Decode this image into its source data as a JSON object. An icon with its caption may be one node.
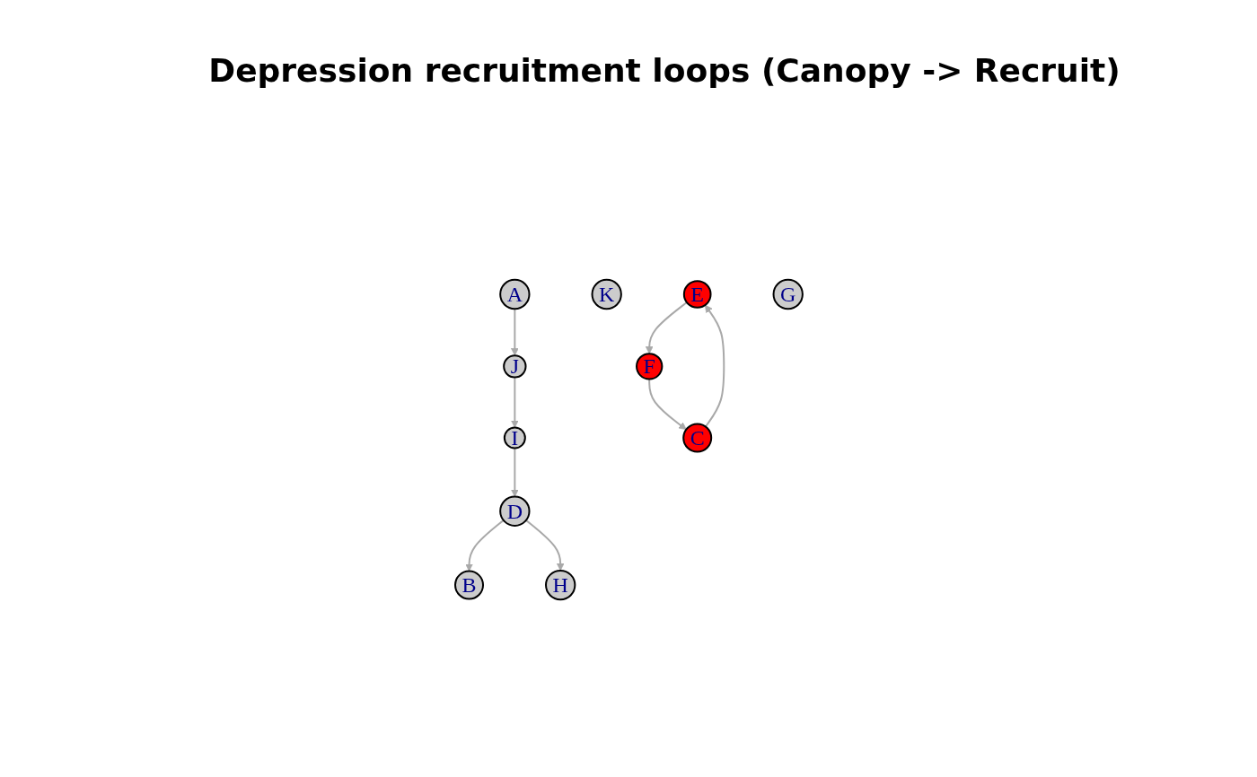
{
  "diagram": {
    "title": "Depression recruitment loops (Canopy -> Recruit)",
    "nodes": [
      {
        "text": [
          "A"
        ]
      },
      {
        "text": [
          "J"
        ]
      },
      {
        "text": [
          "K"
        ]
      },
      {
        "text": [
          "I"
        ]
      },
      {
        "text": [
          "B"
        ]
      },
      {
        "text": [
          "D"
        ]
      },
      {
        "text": [
          "E"
        ]
      },
      {
        "text": [
          "F"
        ]
      },
      {
        "text": [
          "H"
        ]
      },
      {
        "text": [
          "C"
        ]
      },
      {
        "text": [
          "G"
        ]
      }
    ],
    "edges": [
      {
        "from": 0,
        "to": 1,
        "arrow": "to"
      },
      {
        "from": 1,
        "to": 3,
        "arrow": "to"
      },
      {
        "from": 3,
        "to": 5,
        "arrow": "to"
      },
      {
        "from": 5,
        "to": 4,
        "arrow": "to"
      },
      {
        "from": 5,
        "to": 8,
        "arrow": "to"
      },
      {
        "from": 6,
        "to": 7,
        "arrow": "to"
      },
      {
        "from": 7,
        "to": 9,
        "arrow": "to"
      },
      {
        "from": 9,
        "to": 6,
        "arrow": "to"
      }
    ]
  }
}
